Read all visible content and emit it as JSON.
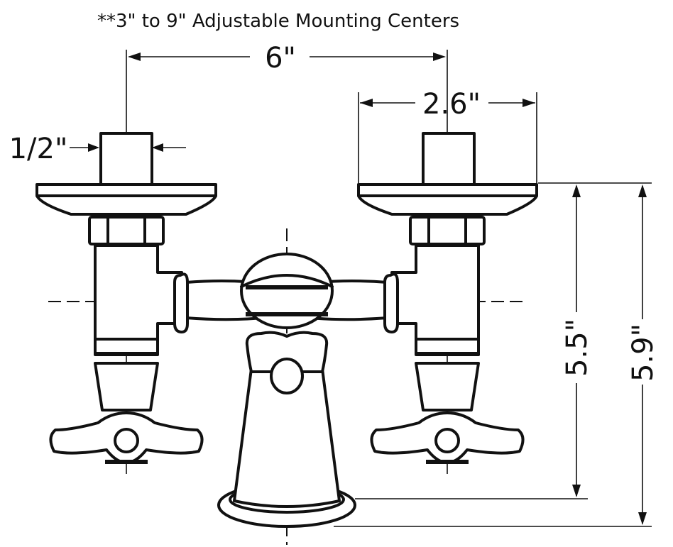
{
  "note": "**3\" to 9\" Adjustable Mounting Centers",
  "dimensions": {
    "centers": "6\"",
    "flange_width": "2.6\"",
    "inlet": "1/2\"",
    "height_to_deck": "5.5\"",
    "overall_height": "5.9\""
  }
}
